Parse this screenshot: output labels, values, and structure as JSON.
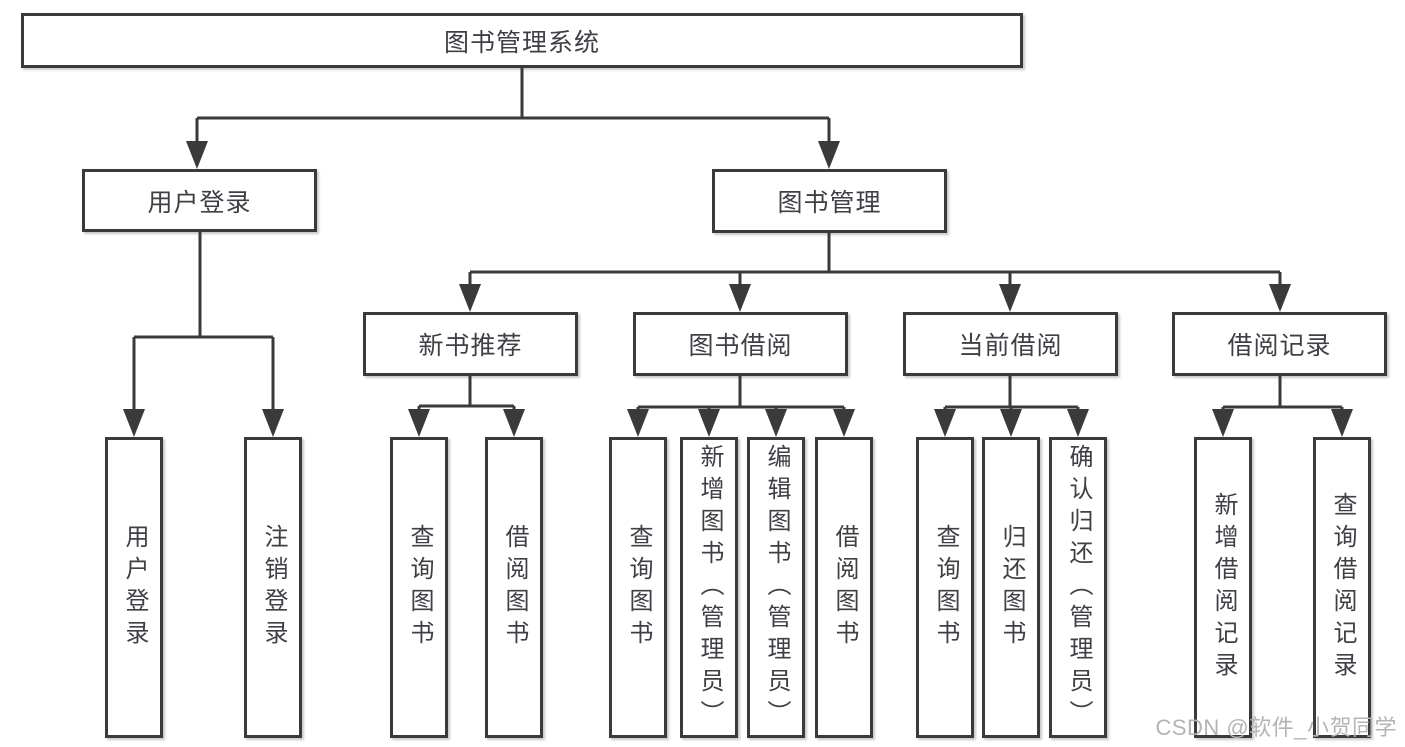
{
  "diagram": {
    "title": "图书管理系统",
    "watermark": "CSDN @软件_小贺同学",
    "colors": {
      "line": "#3a3a3a",
      "box_border": "#3a3a3a",
      "box_fill": "#ffffff",
      "text": "#3f3f45",
      "watermark": "#b4b4b4",
      "background": "#ffffff"
    },
    "root": {
      "label": "图书管理系统"
    },
    "branches": [
      {
        "label": "用户登录",
        "children": [
          {
            "label": "用户登录"
          },
          {
            "label": "注销登录"
          }
        ]
      },
      {
        "label": "图书管理",
        "children": [
          {
            "label": "新书推荐",
            "children": [
              {
                "label": "查询图书"
              },
              {
                "label": "借阅图书"
              }
            ]
          },
          {
            "label": "图书借阅",
            "children": [
              {
                "label": "查询图书"
              },
              {
                "label": "新增图书（管理员）"
              },
              {
                "label": "编辑图书（管理员）"
              },
              {
                "label": "借阅图书"
              }
            ]
          },
          {
            "label": "当前借阅",
            "children": [
              {
                "label": "查询图书"
              },
              {
                "label": "归还图书"
              },
              {
                "label": "确认归还（管理员）"
              }
            ]
          },
          {
            "label": "借阅记录",
            "children": [
              {
                "label": "新增借阅记录"
              },
              {
                "label": "查询借阅记录"
              }
            ]
          }
        ]
      }
    ]
  }
}
